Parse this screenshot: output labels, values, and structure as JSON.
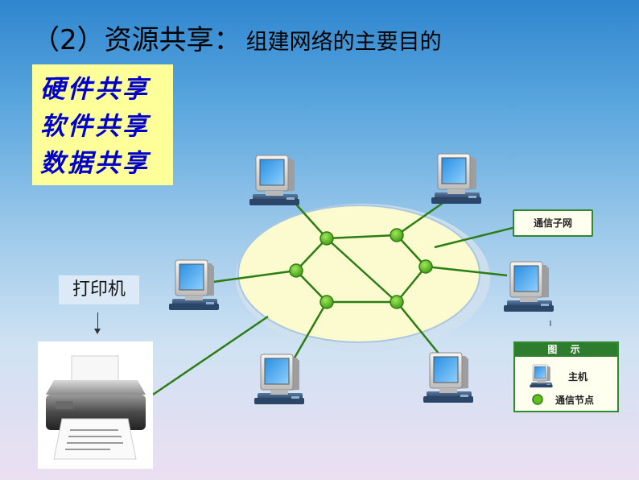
{
  "title": {
    "main": "（2）资源共享：",
    "sub": "组建网络的主要目的"
  },
  "share_types": [
    "硬件共享",
    "软件共享",
    "数据共享"
  ],
  "printer": {
    "label": "打印机"
  },
  "callout": {
    "label": "通信子网"
  },
  "legend": {
    "title": "图 示",
    "host_label": "主机",
    "node_label": "通信节点"
  },
  "colors": {
    "share_box_bg": "#ffff99",
    "share_text": "#0000cc",
    "subnet_fill": "#fbfbcf",
    "node_green": "#5fbf1f",
    "link_green": "#2b7d14",
    "legend_header": "#2e7d2e"
  },
  "diagram": {
    "hosts": [
      "host-top-left",
      "host-top-right",
      "host-left",
      "host-right",
      "host-bottom-left",
      "host-bottom-right"
    ],
    "nodes": [
      "node-1",
      "node-2",
      "node-3",
      "node-4",
      "node-5",
      "node-6"
    ]
  }
}
